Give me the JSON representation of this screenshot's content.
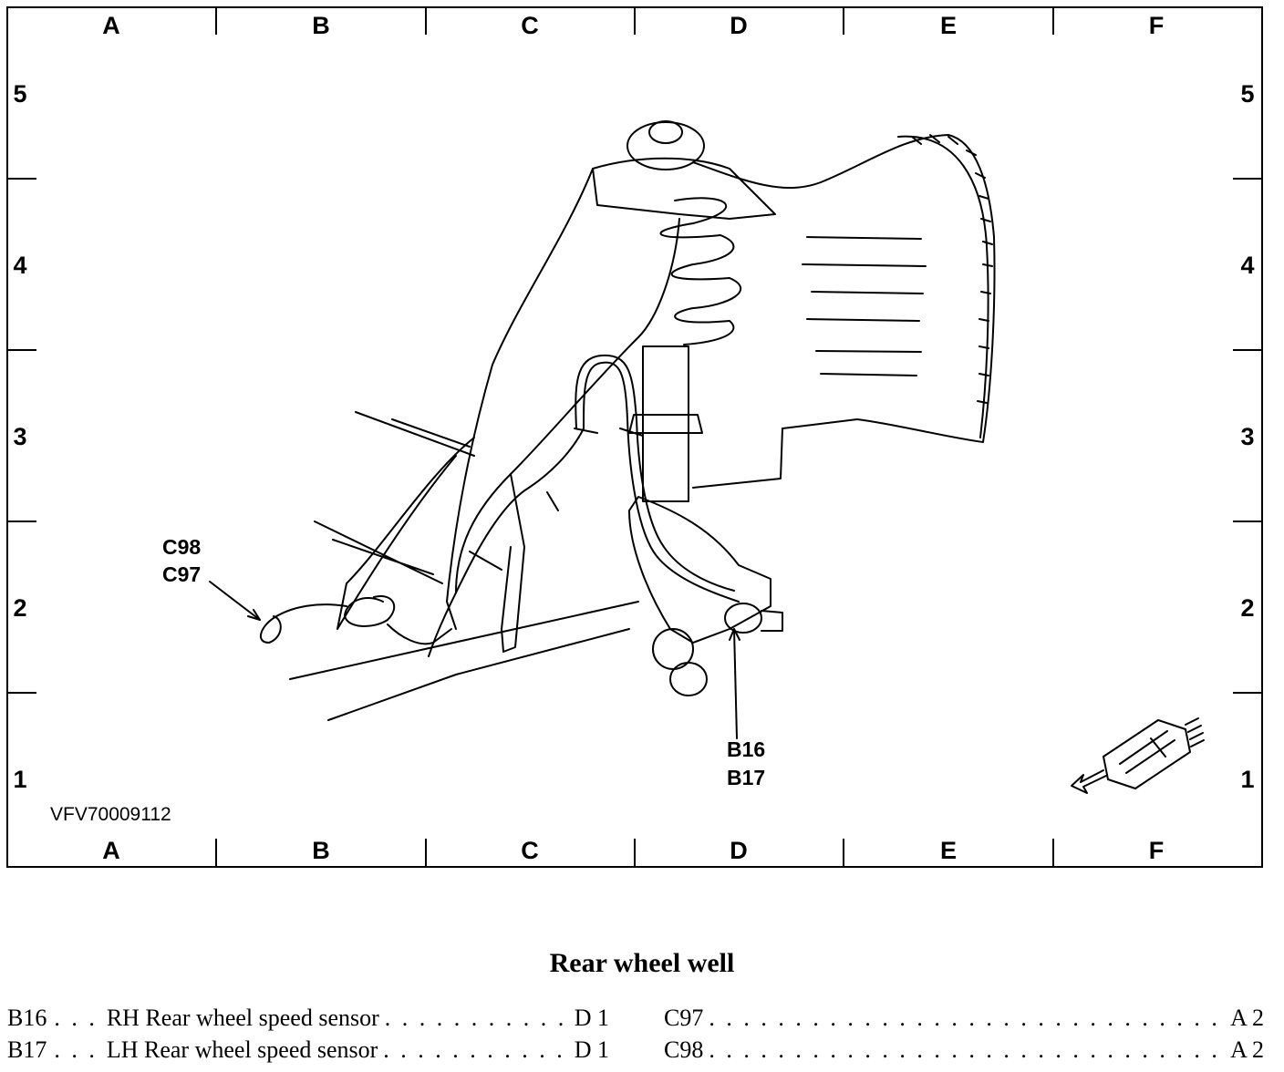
{
  "figure": {
    "columns": [
      "A",
      "B",
      "C",
      "D",
      "E",
      "F"
    ],
    "rows": [
      "5",
      "4",
      "3",
      "2",
      "1"
    ],
    "figure_id": "VFV70009112",
    "callouts": {
      "left_top": "C98",
      "left_bottom": "C97",
      "center_top": "B16",
      "center_bottom": "B17"
    }
  },
  "caption": "Rear wheel well",
  "legend": {
    "left": [
      {
        "code": "B16",
        "dots": ". . .",
        "desc": "RH Rear wheel speed sensor",
        "loc": "D 1"
      },
      {
        "code": "B17",
        "dots": ". . .",
        "desc": "LH Rear wheel speed sensor",
        "loc": "D 1"
      }
    ],
    "right": [
      {
        "code": "C97",
        "loc": "A 2"
      },
      {
        "code": "C98",
        "loc": "A 2"
      }
    ]
  }
}
